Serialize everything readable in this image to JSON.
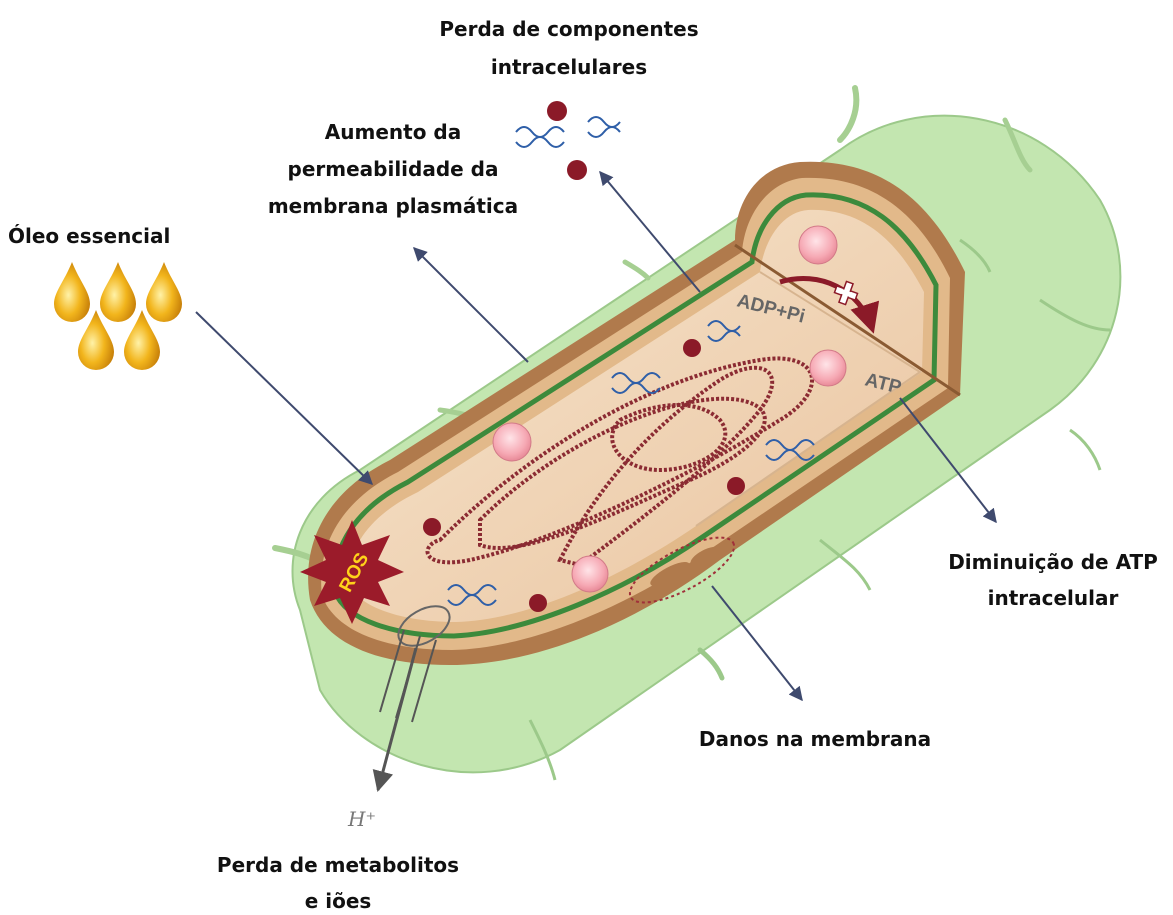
{
  "labels": {
    "oleo": "Óleo essencial",
    "permeabilidade_1": "Aumento da",
    "permeabilidade_2": "permeabilidade da",
    "permeabilidade_3": "membrana plasmática",
    "perda_comp_1": "Perda de componentes",
    "perda_comp_2": "intracelulares",
    "atp_1": "Diminuição de ATP",
    "atp_2": "intracelular",
    "danos": "Danos na membrana",
    "metab_1": "Perda de metabolitos",
    "metab_2": "e iões"
  },
  "inner": {
    "adp": "ADP+Pi",
    "atp": "ATP",
    "ros": "ROS",
    "hplus": "H⁺"
  },
  "colors": {
    "cell_green": "#c3e6b0",
    "wall_brown": "#b07a4c",
    "membrane_green": "#3c8a3c",
    "cytoplasm": "#f2dcc0",
    "dna_red": "#8b2b33",
    "arrow": "#3f4a6e",
    "ros_red": "#9b1b2a",
    "droplet_gold": "#f2b51c"
  }
}
